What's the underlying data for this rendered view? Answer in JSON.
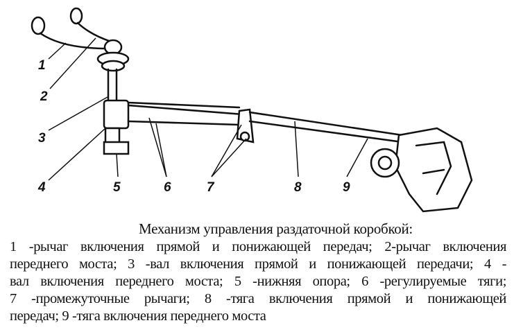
{
  "diagram": {
    "labels": [
      "1",
      "2",
      "3",
      "4",
      "5",
      "6",
      "7",
      "8",
      "9"
    ]
  },
  "caption": {
    "title": "Механизм управления раздаточной коробкой:",
    "lines": [
      "1 -рычаг включения прямой и понижающей передач; 2-рычаг включения",
      "переднего моста; 3 -вал включения прямой и понижающей передачи; 4 -",
      "вал включения переднего моста; 5 -нижняя опора; 6 -регулируемые тяги;",
      "7 -промежуточные рычаги; 8 -тяга включения прямой и понижающей",
      "передач; 9 -тяга включения переднего моста"
    ]
  }
}
